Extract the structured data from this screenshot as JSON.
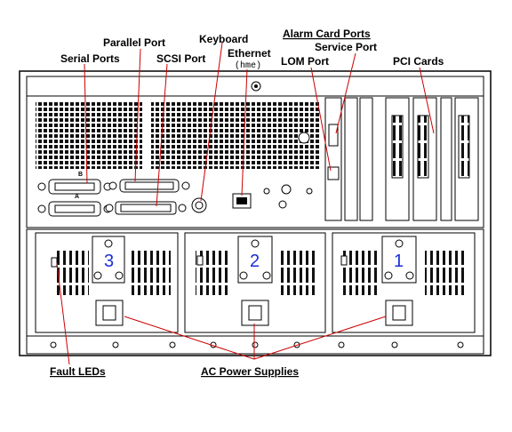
{
  "labels": {
    "serial_ports": "Serial Ports",
    "parallel_port": "Parallel Port",
    "scsi_port": "SCSI Port",
    "keyboard": "Keyboard",
    "ethernet": "Ethernet",
    "ethernet_sub": "(hme)",
    "alarm_card_ports": "Alarm Card Ports",
    "service_port": "Service Port",
    "lom_port": "LOM Port",
    "pci_cards": "PCI Cards",
    "fault_leds": "Fault LEDs",
    "ac_power_supplies": "AC Power Supplies"
  },
  "port_marks": {
    "serial_b": "B",
    "serial_a": "A"
  },
  "psu_numbers": [
    "3",
    "2",
    "1"
  ],
  "colors": {
    "accent_label": "#cc0000",
    "psu_number": "#1a2fd6"
  }
}
